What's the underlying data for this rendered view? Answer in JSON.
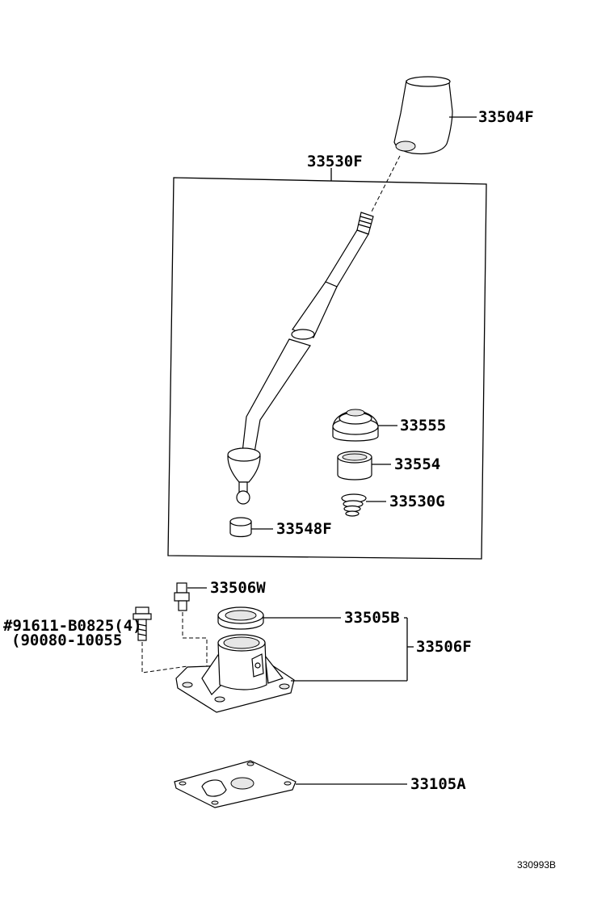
{
  "diagram": {
    "box_label": "33530F",
    "parts": [
      {
        "id": "knob",
        "label": "33504F"
      },
      {
        "id": "boot",
        "label": "33555"
      },
      {
        "id": "bushing",
        "label": "33554"
      },
      {
        "id": "spring",
        "label": "33530G"
      },
      {
        "id": "seat",
        "label": "33548F"
      },
      {
        "id": "pin",
        "label": "33506W"
      },
      {
        "id": "ring",
        "label": "33505B"
      },
      {
        "id": "housing-assy",
        "label": "33506F"
      },
      {
        "id": "plate",
        "label": "33105A"
      }
    ],
    "bolt": {
      "line1": "#91611-B0825(4)",
      "line2": "(90080-10055"
    },
    "drawing_code": "330993B"
  }
}
